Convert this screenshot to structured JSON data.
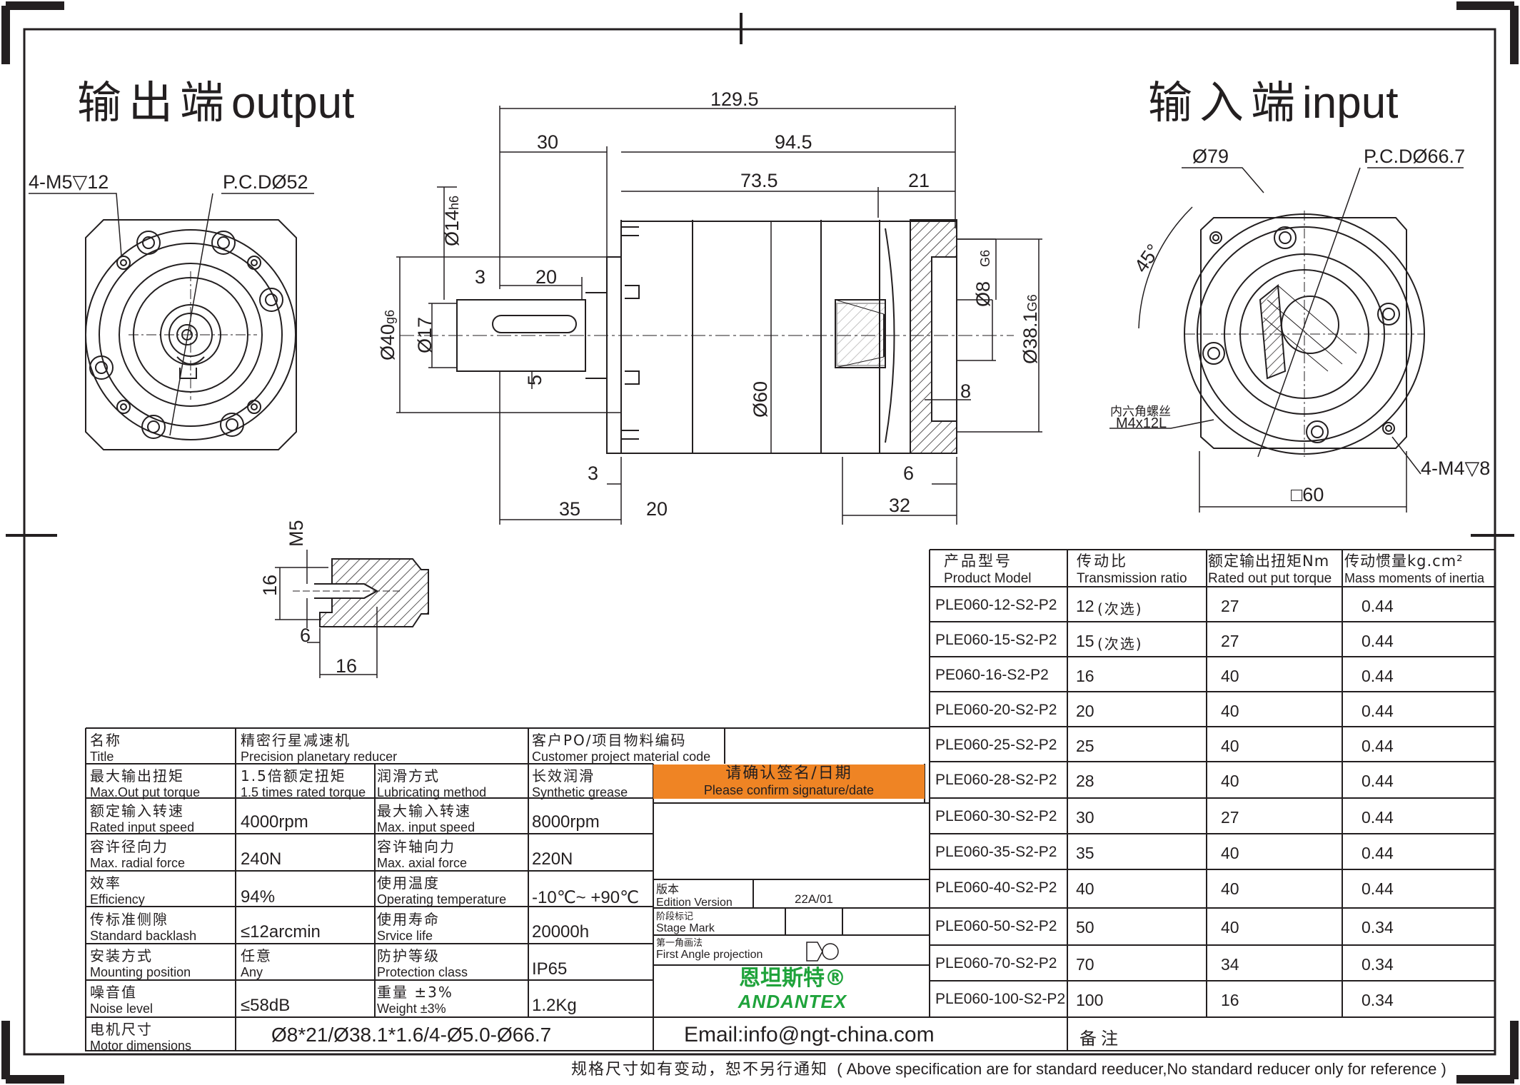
{
  "headers": {
    "output_zh": "输出端",
    "output_en": "output",
    "input_zh": "输入端",
    "input_en": "input"
  },
  "dimensions": {
    "overall_length": "129.5",
    "d30": "30",
    "d94_5": "94.5",
    "d73_5": "73.5",
    "d21": "21",
    "d14h6": "Ø14",
    "d14h6_tol": "h6",
    "d3_top": "3",
    "d20_top": "20",
    "d40g6": "Ø40",
    "d40g6_tol": "g6",
    "d17": "Ø17",
    "d5": "5",
    "d60": "Ø60",
    "d8g6": "Ø8",
    "d8g6_tol": "G6",
    "d38_1": "Ø38.1",
    "d38_1_tol": "G6",
    "d8_right": "8",
    "d3_bottom": "3",
    "d6_bottom": "6",
    "d35": "35",
    "d20_bottom": "20",
    "d32": "32",
    "out_thread": "4-M5▽12",
    "out_pcd": "P.C.DØ52",
    "in_d79": "Ø79",
    "in_pcd": "P.C.DØ66.7",
    "in_angle": "45°",
    "in_screw_zh": "内六角螺丝",
    "in_screw": "M4x12L",
    "in_thread": "4-M4▽8",
    "in_square": "□60",
    "detail_m5": "M5",
    "detail_16v": "16",
    "detail_6": "6",
    "detail_16h": "16"
  },
  "spec_table": {
    "header": {
      "model_zh": "产品型号",
      "model_en": "Product Model",
      "ratio_zh": "传动比",
      "ratio_en": "Transmission ratio",
      "torque_zh": "额定输出扭矩Nm",
      "torque_en": "Rated out put torque",
      "inertia_zh": "传动惯量kg.cm²",
      "inertia_en": "Mass moments of inertia"
    },
    "rows": [
      {
        "model": "PLE060-12-S2-P2",
        "ratio": "12",
        "ratio_note": "(次选)",
        "torque": "27",
        "inertia": "0.44"
      },
      {
        "model": "PLE060-15-S2-P2",
        "ratio": "15",
        "ratio_note": "(次选)",
        "torque": "27",
        "inertia": "0.44"
      },
      {
        "model": "PE060-16-S2-P2",
        "ratio": "16",
        "ratio_note": "",
        "torque": "40",
        "inertia": "0.44"
      },
      {
        "model": "PLE060-20-S2-P2",
        "ratio": "20",
        "ratio_note": "",
        "torque": "40",
        "inertia": "0.44"
      },
      {
        "model": "PLE060-25-S2-P2",
        "ratio": "25",
        "ratio_note": "",
        "torque": "40",
        "inertia": "0.44"
      },
      {
        "model": "PLE060-28-S2-P2",
        "ratio": "28",
        "ratio_note": "",
        "torque": "40",
        "inertia": "0.44"
      },
      {
        "model": "PLE060-30-S2-P2",
        "ratio": "30",
        "ratio_note": "",
        "torque": "27",
        "inertia": "0.44"
      },
      {
        "model": "PLE060-35-S2-P2",
        "ratio": "35",
        "ratio_note": "",
        "torque": "40",
        "inertia": "0.44"
      },
      {
        "model": "PLE060-40-S2-P2",
        "ratio": "40",
        "ratio_note": "",
        "torque": "40",
        "inertia": "0.44"
      },
      {
        "model": "PLE060-50-S2-P2",
        "ratio": "50",
        "ratio_note": "",
        "torque": "40",
        "inertia": "0.34"
      },
      {
        "model": "PLE060-70-S2-P2",
        "ratio": "70",
        "ratio_note": "",
        "torque": "34",
        "inertia": "0.34"
      },
      {
        "model": "PLE060-100-S2-P2",
        "ratio": "100",
        "ratio_note": "",
        "torque": "16",
        "inertia": "0.34"
      }
    ]
  },
  "title_block": {
    "name_zh": "名称",
    "name_en": "Title",
    "title_zh": "精密行星减速机",
    "title_en": "Precision planetary reducer",
    "customer_zh": "客户PO/项目物料编码",
    "customer_en": "Customer project material code",
    "maxtorque_zh": "最大输出扭矩",
    "maxtorque_en": "Max.Out put torque",
    "maxtorque_val_zh": "1.5倍额定扭矩",
    "maxtorque_val_en": "1.5 times rated torque",
    "lube_zh": "润滑方式",
    "lube_en": "Lubricating method",
    "lube_val_zh": "长效润滑",
    "lube_val_en": "Synthetic grease",
    "confirm_zh": "请确认签名/日期",
    "confirm_en": "Please confirm signature/date",
    "ratedspeed_zh": "额定输入转速",
    "ratedspeed_en": "Rated input speed",
    "ratedspeed_val": "4000rpm",
    "maxspeed_zh": "最大输入转速",
    "maxspeed_en": "Max. input speed",
    "maxspeed_val": "8000rpm",
    "radial_zh": "容许径向力",
    "radial_en": "Max. radial force",
    "radial_val": "240N",
    "axial_zh": "容许轴向力",
    "axial_en": "Max. axial force",
    "axial_val": "220N",
    "eff_zh": "效率",
    "eff_en": "Efficiency",
    "eff_val": "94%",
    "temp_zh": "使用温度",
    "temp_en": "Operating temperature",
    "temp_val": "-10℃~ +90℃",
    "backlash_zh": "传标准侧隙",
    "backlash_en": "Standard backlash",
    "backlash_val": "≤12arcmin",
    "life_zh": "使用寿命",
    "life_en": "Srvice life",
    "life_val": "20000h",
    "mount_zh": "安装方式",
    "mount_en": "Mounting position",
    "mount_val_zh": "任意",
    "mount_val_en": "Any",
    "protect_zh": "防护等级",
    "protect_en": "Protection class",
    "protect_val": "IP65",
    "noise_zh": "噪音值",
    "noise_en": "Noise level",
    "noise_val": "≤58dB",
    "weight_zh": "重量 ±3%",
    "weight_en": "Weight ±3%",
    "weight_val": "1.2Kg",
    "motor_zh": "电机尺寸",
    "motor_en": "Motor dimensions",
    "motor_val": "Ø8*21/Ø38.1*1.6/4-Ø5.0-Ø66.7",
    "edition_zh": "版本",
    "edition_en": "Edition Version",
    "edition_val": "22A/01",
    "stage_zh": "阶段标记",
    "stage_en": "Stage Mark",
    "proj_zh": "第一角画法",
    "proj_en": "First Angle projection",
    "logo_zh": "恩坦斯特®",
    "logo_en": "ANDANTEX",
    "email": "Email:info@ngt-china.com",
    "remark_zh": "备注"
  },
  "footer": {
    "note_zh": "规格尺寸如有变动，恕不另行通知",
    "note_en": "( Above specification are for standard reeducer,No standard reducer only for reference )"
  },
  "colors": {
    "line": "#231f20",
    "accent": "#ef8424",
    "logo": "#1fa33b"
  }
}
